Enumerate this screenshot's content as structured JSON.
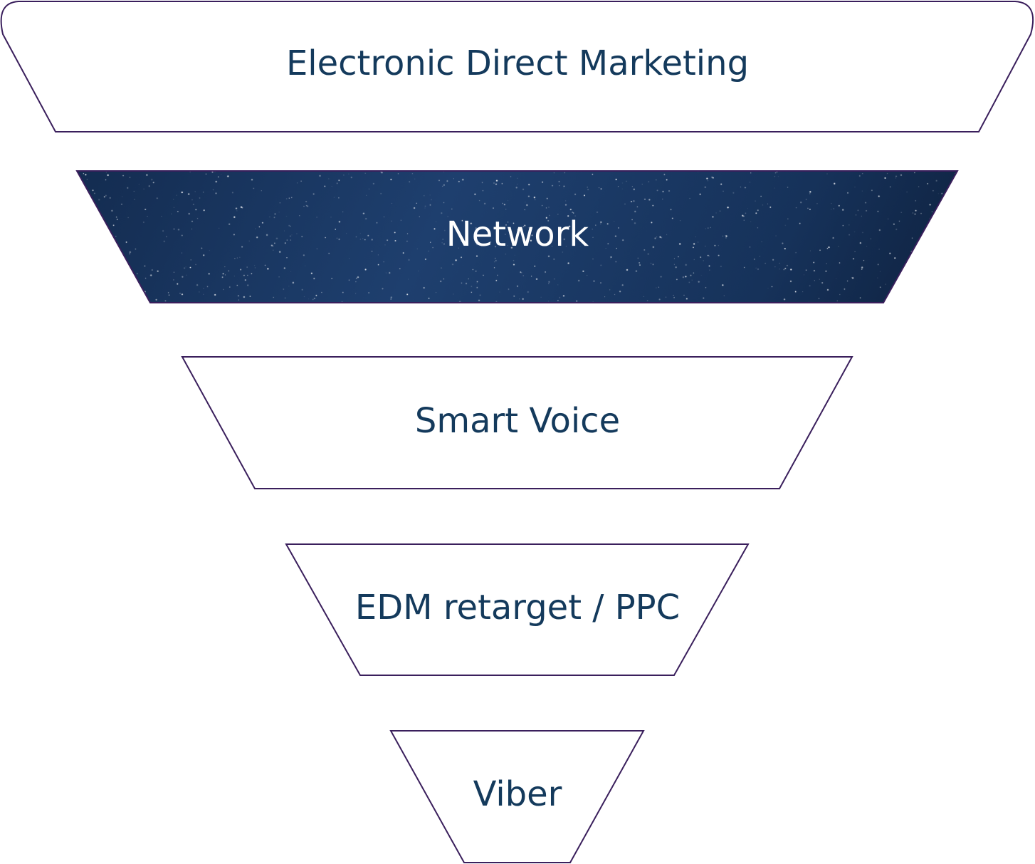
{
  "diagram": {
    "type": "funnel",
    "stages": [
      {
        "label": "Electronic Direct Marketing",
        "highlighted": false
      },
      {
        "label": "Network",
        "highlighted": true
      },
      {
        "label": "Smart Voice",
        "highlighted": false
      },
      {
        "label": "EDM retarget / PPC",
        "highlighted": false
      },
      {
        "label": "Viber",
        "highlighted": false
      }
    ]
  },
  "colors": {
    "stage_fill": "#ffffff",
    "stage_border": "#3a1f5c",
    "label_text": "#143a5c",
    "highlight_label_text": "#ffffff",
    "highlight_background_dark": "#0b1a33",
    "highlight_background_light": "#1e3f6e"
  }
}
